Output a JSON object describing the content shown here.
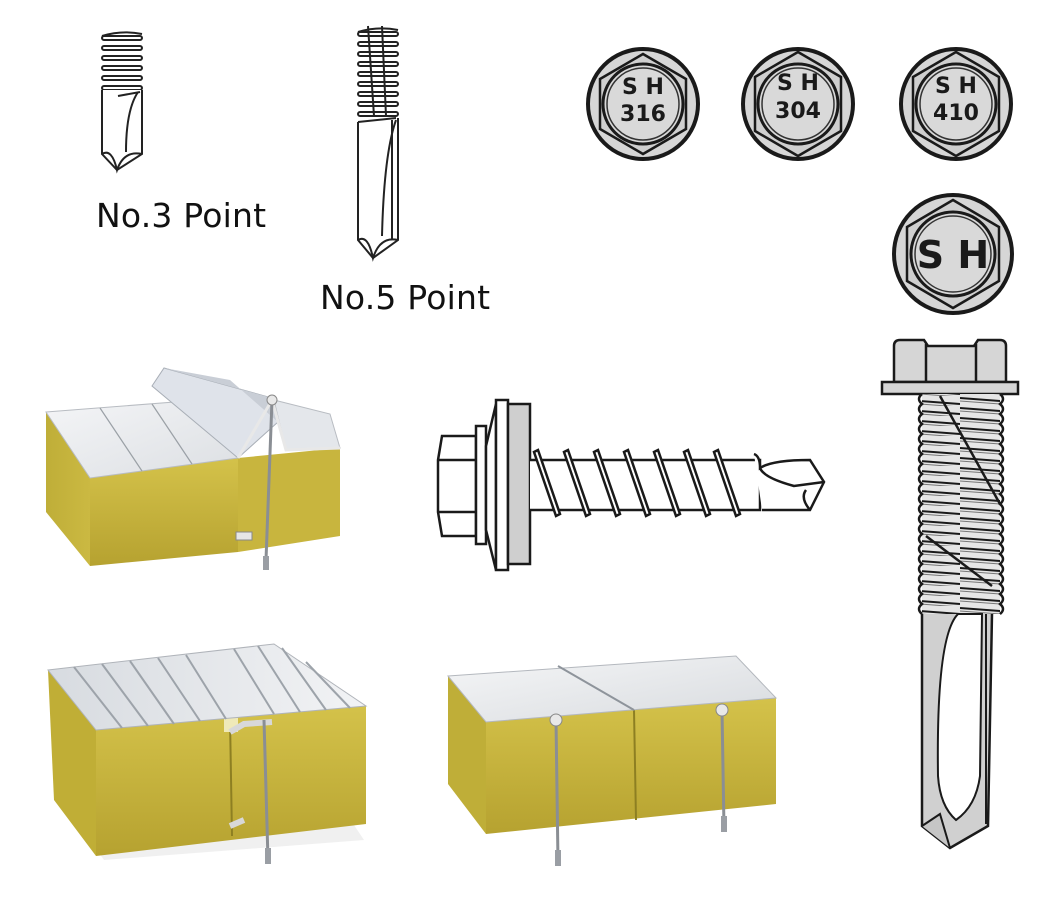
{
  "labels": {
    "point3": "No.3 Point",
    "point5": "No.5 Point"
  },
  "head_markings": [
    {
      "line1": "S H",
      "line2": "316"
    },
    {
      "line1": "S H",
      "line2": "304"
    },
    {
      "line1": "S H",
      "line2": "410"
    },
    {
      "line1": "S H",
      "line2": ""
    }
  ],
  "illustrations": {
    "drill_point_3": "No.3 drill point tip",
    "drill_point_5": "No.5 drill point tip",
    "screw_with_washer": "hex washer head self-drilling screw with EPDM washer",
    "tall_screw": "hex flange head self-drilling screw, vertical",
    "panel_ridge": "rock wool sandwich roof panel with ridge cap and fastener",
    "panel_corrugated": "corrugated rock wool sandwich panel with hidden joint fastener",
    "panel_flat": "flat rock wool sandwich wall panel with through fasteners"
  },
  "colors": {
    "metal": "#d8d8d8",
    "wool": "#c9b53a",
    "wool_dark": "#a8952a",
    "line": "#1a1a1a",
    "skin": "#eef0f2"
  }
}
